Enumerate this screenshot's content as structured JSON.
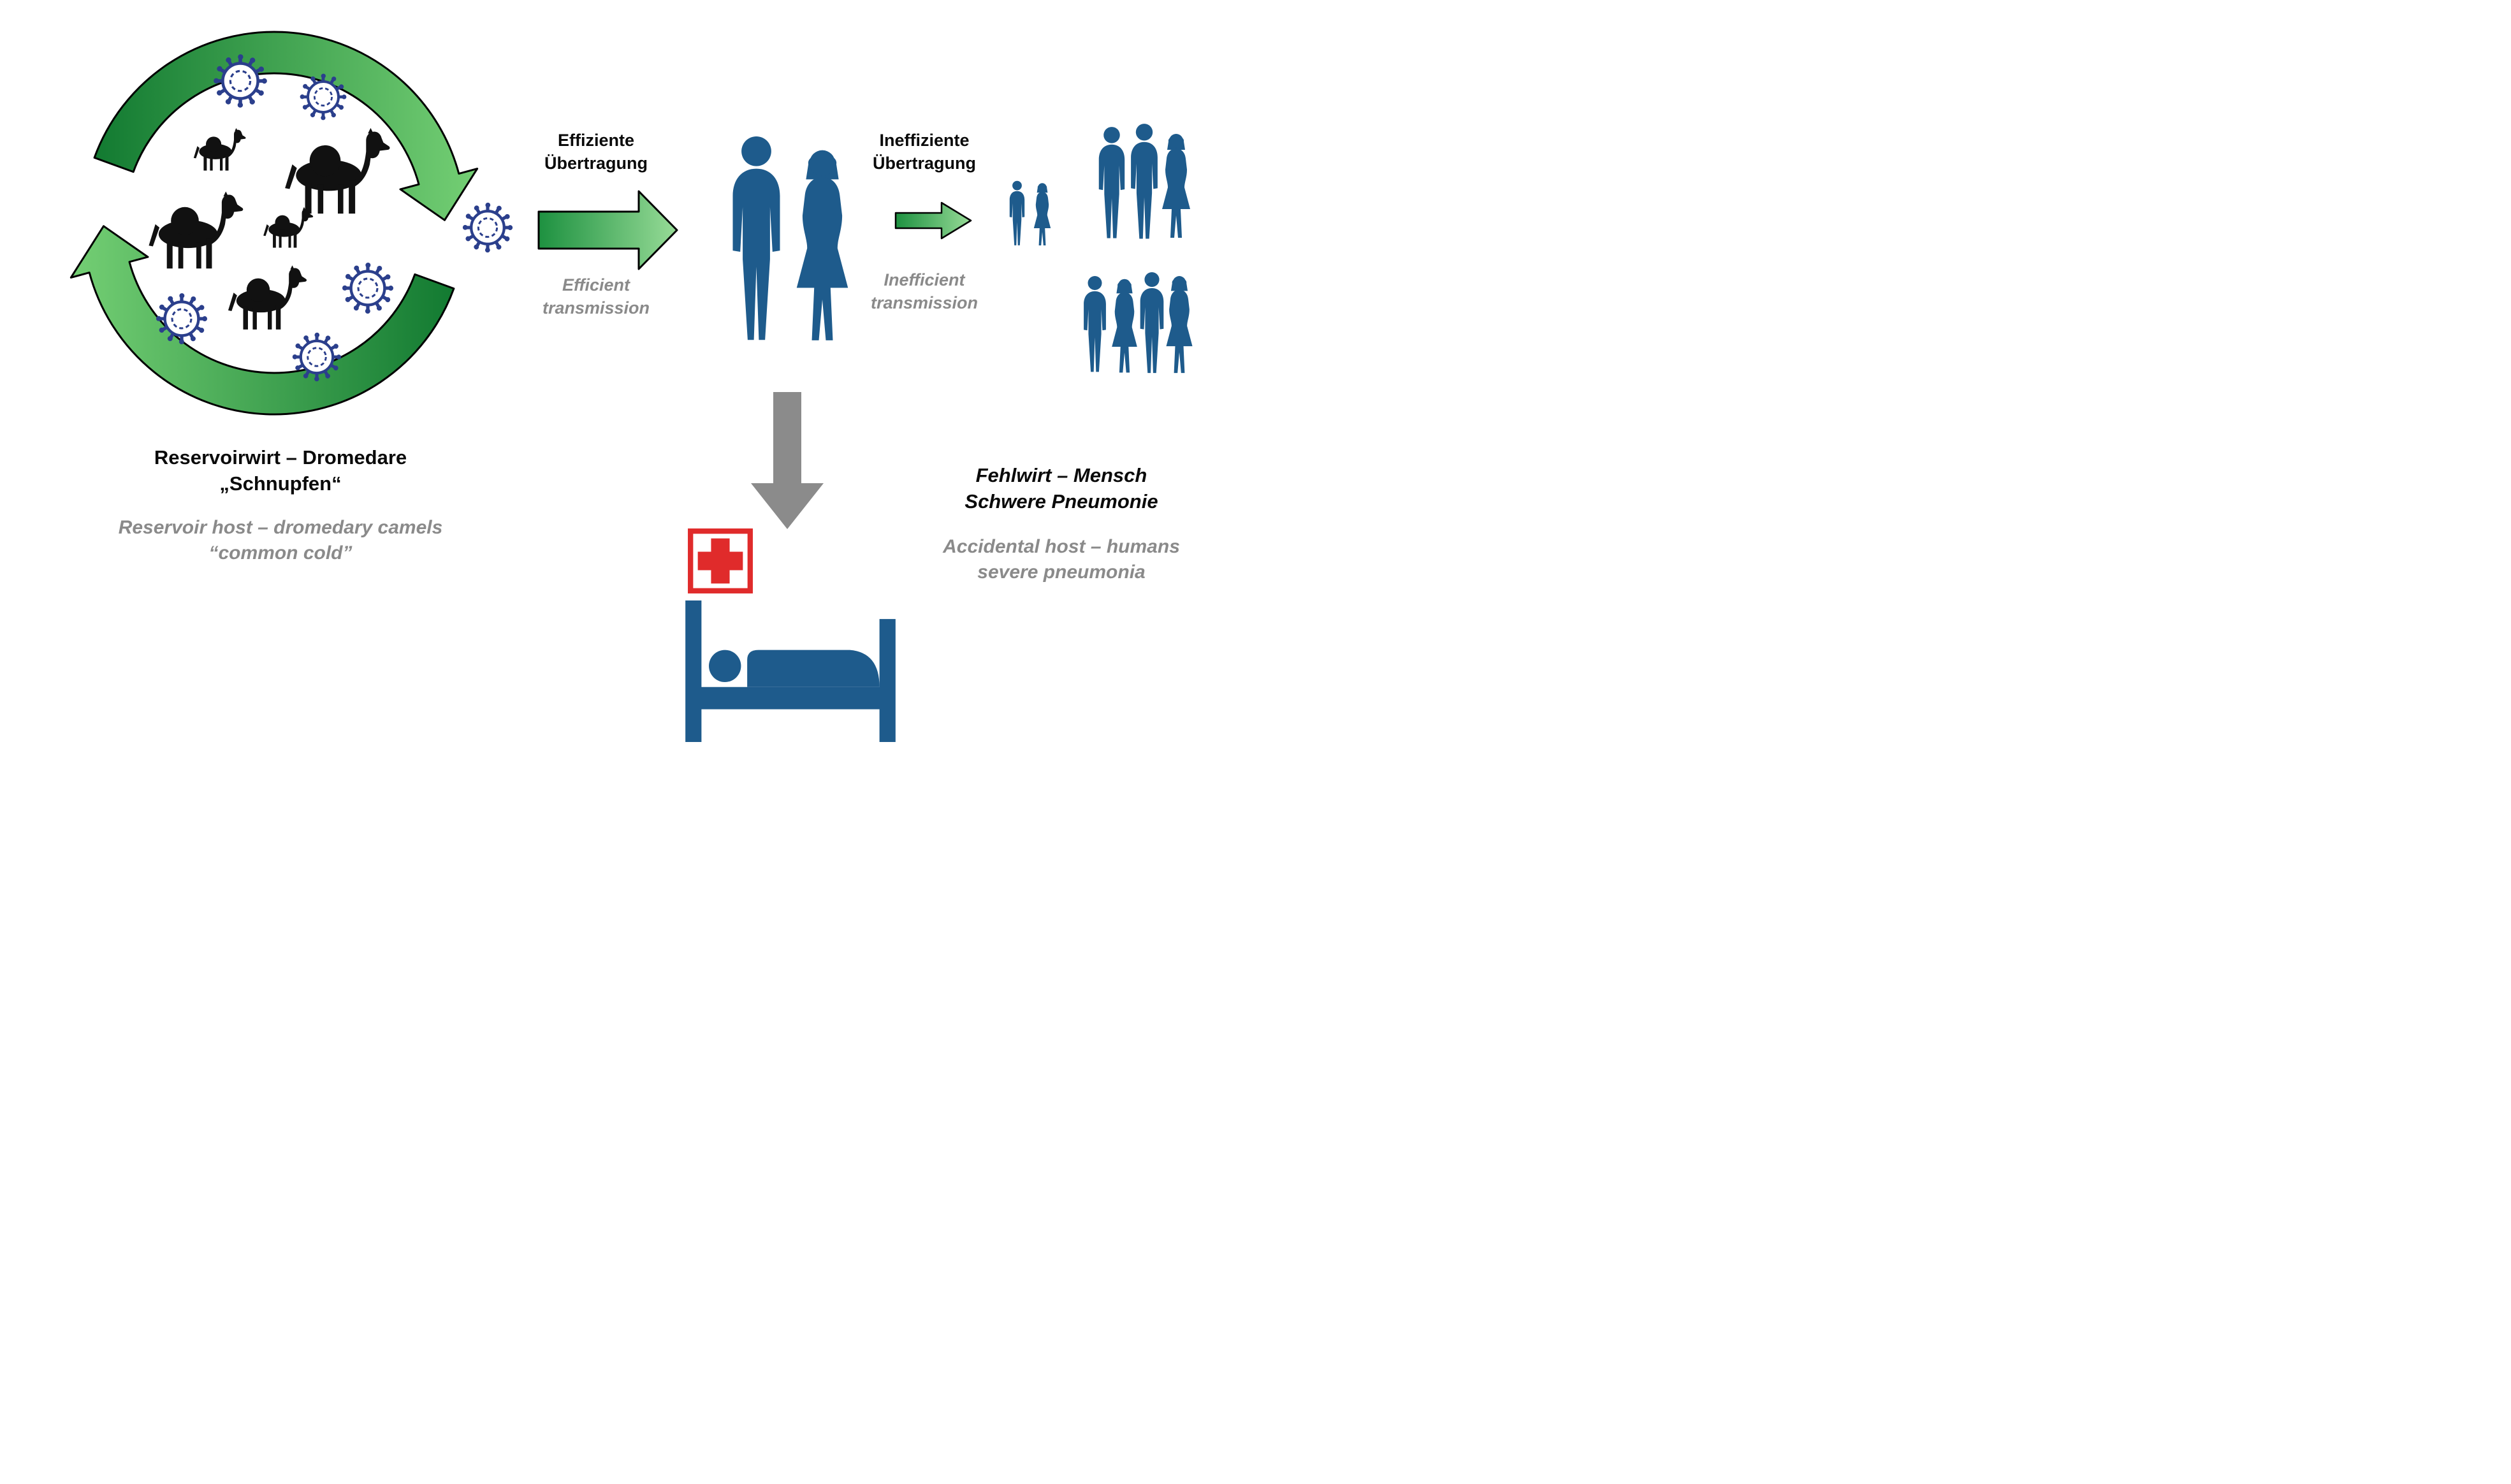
{
  "reservoir": {
    "title_line1": "Reservoirwirt – Dromedare",
    "title_line2": "„Schnupfen“",
    "subtitle_line1": "Reservoir host – dromedary camels",
    "subtitle_line2": "“common cold”"
  },
  "efficient_transmission": {
    "de_line1": "Effiziente",
    "de_line2": "Übertragung",
    "en_line1": "Efficient",
    "en_line2": "transmission"
  },
  "inefficient_transmission": {
    "de_line1": "Ineffiziente",
    "de_line2": "Übertragung",
    "en_line1": "Inefficient",
    "en_line2": "transmission"
  },
  "accidental_host": {
    "title_line1": "Fehlwirt – Mensch",
    "title_line2": "Schwere Pneumonie",
    "subtitle_line1": "Accidental host – humans",
    "subtitle_line2": "severe pneumonia"
  },
  "colors": {
    "green_dark": "#127a31",
    "green_light": "#74cf74",
    "figure_blue": "#1e5b8c",
    "virus_navy": "#2b3f8c",
    "text_gray": "#8a8a8a",
    "arrow_gray": "#8b8b8b",
    "cross_red": "#e02b2b",
    "silhouette_black": "#111111",
    "background": "#ffffff"
  },
  "icons": {
    "cycle": "reservoir-cycle-arrows-icon",
    "camel": "camel-icon",
    "virus": "coronavirus-icon",
    "efficient_arrow": "efficient-transmission-arrow-icon",
    "inefficient_arrow": "inefficient-transmission-arrow-icon",
    "couple": "human-couple-icon",
    "crowd": "human-crowd-icon",
    "down_arrow": "down-arrow-icon",
    "red_cross": "red-cross-icon",
    "hospital_bed": "hospital-bed-icon"
  }
}
